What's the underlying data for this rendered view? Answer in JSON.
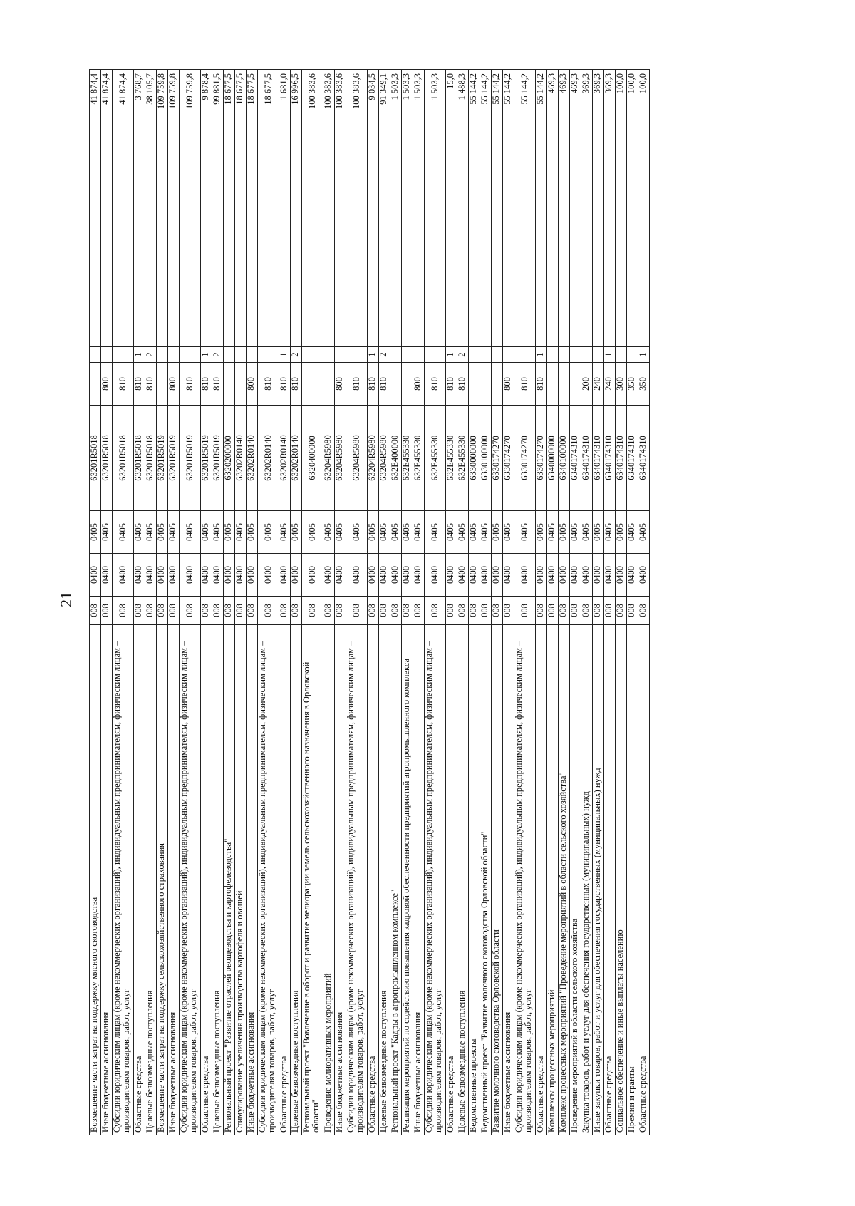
{
  "page_number": "21",
  "rows": [
    {
      "name": "Возмещение части затрат на поддержку мясного скотоводства",
      "gr": "008",
      "rz": "0400",
      "pr": "0405",
      "csr": "63201R5018",
      "vr": "",
      "sub": "",
      "sum": "41 874,4"
    },
    {
      "name": "Иные бюджетные ассигнования",
      "gr": "008",
      "rz": "0400",
      "pr": "0405",
      "csr": "63201R5018",
      "vr": "800",
      "sub": "",
      "sum": "41 874,4"
    },
    {
      "name": "Субсидии юридическим лицам (кроме некоммерческих организаций), индивидуальным предпринимателям, физическим лицам – производителям товаров, работ, услуг",
      "gr": "008",
      "rz": "0400",
      "pr": "0405",
      "csr": "63201R5018",
      "vr": "810",
      "sub": "",
      "sum": "41 874,4"
    },
    {
      "name": "Областные средства",
      "gr": "008",
      "rz": "0400",
      "pr": "0405",
      "csr": "63201R5018",
      "vr": "810",
      "sub": "1",
      "sum": "3 768,7"
    },
    {
      "name": "Целевые безвозмездные поступления",
      "gr": "008",
      "rz": "0400",
      "pr": "0405",
      "csr": "63201R5018",
      "vr": "810",
      "sub": "2",
      "sum": "38 105,7"
    },
    {
      "name": "Возмещение части затрат на поддержку сельскохозяйственного страхования",
      "gr": "008",
      "rz": "0400",
      "pr": "0405",
      "csr": "63201R5019",
      "vr": "",
      "sub": "",
      "sum": "109 759,8"
    },
    {
      "name": "Иные бюджетные ассигнования",
      "gr": "008",
      "rz": "0400",
      "pr": "0405",
      "csr": "63201R5019",
      "vr": "800",
      "sub": "",
      "sum": "109 759,8"
    },
    {
      "name": "Субсидии юридическим лицам (кроме некоммерческих организаций), индивидуальным предпринимателям, физическим лицам – производителям товаров, работ, услуг",
      "gr": "008",
      "rz": "0400",
      "pr": "0405",
      "csr": "63201R5019",
      "vr": "810",
      "sub": "",
      "sum": "109 759,8"
    },
    {
      "name": "Областные средства",
      "gr": "008",
      "rz": "0400",
      "pr": "0405",
      "csr": "63201R5019",
      "vr": "810",
      "sub": "1",
      "sum": "9 878,4"
    },
    {
      "name": "Целевые безвозмездные поступления",
      "gr": "008",
      "rz": "0400",
      "pr": "0405",
      "csr": "63201R5019",
      "vr": "810",
      "sub": "2",
      "sum": "99 881,5"
    },
    {
      "name": "Региональный проект \"Развитие отраслей овощеводства и картофелеводства\"",
      "gr": "008",
      "rz": "0400",
      "pr": "0405",
      "csr": "6320200000",
      "vr": "",
      "sub": "",
      "sum": "18 677,5"
    },
    {
      "name": "Стимулирование увеличения производства картофеля и овощей",
      "gr": "008",
      "rz": "0400",
      "pr": "0405",
      "csr": "63202R0140",
      "vr": "",
      "sub": "",
      "sum": "18 677,5"
    },
    {
      "name": "Иные бюджетные ассигнования",
      "gr": "008",
      "rz": "0400",
      "pr": "0405",
      "csr": "63202R0140",
      "vr": "800",
      "sub": "",
      "sum": "18 677,5"
    },
    {
      "name": "Субсидии юридическим лицам (кроме некоммерческих организаций), индивидуальным предпринимателям, физическим лицам – производителям товаров, работ, услуг",
      "gr": "008",
      "rz": "0400",
      "pr": "0405",
      "csr": "63202R0140",
      "vr": "810",
      "sub": "",
      "sum": "18 677,5"
    },
    {
      "name": "Областные средства",
      "gr": "008",
      "rz": "0400",
      "pr": "0405",
      "csr": "63202R0140",
      "vr": "810",
      "sub": "1",
      "sum": "1 681,0"
    },
    {
      "name": "Целевые безвозмездные поступления",
      "gr": "008",
      "rz": "0400",
      "pr": "0405",
      "csr": "63202R0140",
      "vr": "810",
      "sub": "2",
      "sum": "16 996,5"
    },
    {
      "name": "Региональный проект \"Вовлечение в оборот и развитие мелиорации земель сельскохозяйственного назначения в Орловской области\"",
      "gr": "008",
      "rz": "0400",
      "pr": "0405",
      "csr": "6320400000",
      "vr": "",
      "sub": "",
      "sum": "100 383,6"
    },
    {
      "name": "Проведение мелиоративных мероприятий",
      "gr": "008",
      "rz": "0400",
      "pr": "0405",
      "csr": "63204R5980",
      "vr": "",
      "sub": "",
      "sum": "100 383,6"
    },
    {
      "name": "Иные бюджетные ассигнования",
      "gr": "008",
      "rz": "0400",
      "pr": "0405",
      "csr": "63204R5980",
      "vr": "800",
      "sub": "",
      "sum": "100 383,6"
    },
    {
      "name": "Субсидии юридическим лицам (кроме некоммерческих организаций), индивидуальным предпринимателям, физическим лицам – производителям товаров, работ, услуг",
      "gr": "008",
      "rz": "0400",
      "pr": "0405",
      "csr": "63204R5980",
      "vr": "810",
      "sub": "",
      "sum": "100 383,6"
    },
    {
      "name": "Областные средства",
      "gr": "008",
      "rz": "0400",
      "pr": "0405",
      "csr": "63204R5980",
      "vr": "810",
      "sub": "1",
      "sum": "9 034,5"
    },
    {
      "name": "Целевые безвозмездные поступления",
      "gr": "008",
      "rz": "0400",
      "pr": "0405",
      "csr": "63204R5980",
      "vr": "810",
      "sub": "2",
      "sum": "91 349,1"
    },
    {
      "name": "Региональный проект \"Кадры в агропромышленном комплексе\"",
      "gr": "008",
      "rz": "0400",
      "pr": "0405",
      "csr": "632Е400000",
      "vr": "",
      "sub": "",
      "sum": "1 503,3"
    },
    {
      "name": "Реализация мероприятий по содействию повышения кадровой обеспеченности предприятий агропромышленного комплекса",
      "gr": "008",
      "rz": "0400",
      "pr": "0405",
      "csr": "632Е455330",
      "vr": "",
      "sub": "",
      "sum": "1 503,3"
    },
    {
      "name": "Иные бюджетные ассигнования",
      "gr": "008",
      "rz": "0400",
      "pr": "0405",
      "csr": "632Е455330",
      "vr": "800",
      "sub": "",
      "sum": "1 503,3"
    },
    {
      "name": "Субсидии юридическим лицам (кроме некоммерческих организаций), индивидуальным предпринимателям, физическим лицам – производителям товаров, работ, услуг",
      "gr": "008",
      "rz": "0400",
      "pr": "0405",
      "csr": "632Е455330",
      "vr": "810",
      "sub": "",
      "sum": "1 503,3"
    },
    {
      "name": "Областные средства",
      "gr": "008",
      "rz": "0400",
      "pr": "0405",
      "csr": "632Е455330",
      "vr": "810",
      "sub": "1",
      "sum": "15,0"
    },
    {
      "name": "Целевые безвозмездные поступления",
      "gr": "008",
      "rz": "0400",
      "pr": "0405",
      "csr": "632Е455330",
      "vr": "810",
      "sub": "2",
      "sum": "1 488,3"
    },
    {
      "name": "Ведомственные проекты",
      "gr": "008",
      "rz": "0400",
      "pr": "0405",
      "csr": "6330000000",
      "vr": "",
      "sub": "",
      "sum": "55 144,2"
    },
    {
      "name": "Ведомственный проект \"Развитие молочного скотоводства Орловской области\"",
      "gr": "008",
      "rz": "0400",
      "pr": "0405",
      "csr": "6330100000",
      "vr": "",
      "sub": "",
      "sum": "55 144,2"
    },
    {
      "name": "Развитие молочного скотоводства Орловской области",
      "gr": "008",
      "rz": "0400",
      "pr": "0405",
      "csr": "6330174270",
      "vr": "",
      "sub": "",
      "sum": "55 144,2"
    },
    {
      "name": "Иные бюджетные ассигнования",
      "gr": "008",
      "rz": "0400",
      "pr": "0405",
      "csr": "6330174270",
      "vr": "800",
      "sub": "",
      "sum": "55 144,2"
    },
    {
      "name": "Субсидии юридическим лицам (кроме некоммерческих организаций), индивидуальным предпринимателям, физическим лицам – производителям товаров, работ, услуг",
      "gr": "008",
      "rz": "0400",
      "pr": "0405",
      "csr": "6330174270",
      "vr": "810",
      "sub": "",
      "sum": "55 144,2"
    },
    {
      "name": "Областные средства",
      "gr": "008",
      "rz": "0400",
      "pr": "0405",
      "csr": "6330174270",
      "vr": "810",
      "sub": "1",
      "sum": "55 144,2"
    },
    {
      "name": "Комплексы процессных мероприятий",
      "gr": "008",
      "rz": "0400",
      "pr": "0405",
      "csr": "6340000000",
      "vr": "",
      "sub": "",
      "sum": "469,3"
    },
    {
      "name": "Комплекс процессных мероприятий \"Проведение мероприятий в области сельского хозяйства\"",
      "gr": "008",
      "rz": "0400",
      "pr": "0405",
      "csr": "6340100000",
      "vr": "",
      "sub": "",
      "sum": "469,3"
    },
    {
      "name": "Проведение мероприятий в области сельского хозяйства",
      "gr": "008",
      "rz": "0400",
      "pr": "0405",
      "csr": "6340174310",
      "vr": "",
      "sub": "",
      "sum": "469,3"
    },
    {
      "name": "Закупка товаров, работ и услуг для обеспечения государственных (муниципальных) нужд",
      "gr": "008",
      "rz": "0400",
      "pr": "0405",
      "csr": "6340174310",
      "vr": "200",
      "sub": "",
      "sum": "369,3"
    },
    {
      "name": "Иные закупки товаров, работ и услуг для обеспечения государственных (муниципальных) нужд",
      "gr": "008",
      "rz": "0400",
      "pr": "0405",
      "csr": "6340174310",
      "vr": "240",
      "sub": "",
      "sum": "369,3"
    },
    {
      "name": "Областные средства",
      "gr": "008",
      "rz": "0400",
      "pr": "0405",
      "csr": "6340174310",
      "vr": "240",
      "sub": "1",
      "sum": "369,3"
    },
    {
      "name": "Социальное обеспечение и иные выплаты населению",
      "gr": "008",
      "rz": "0400",
      "pr": "0405",
      "csr": "6340174310",
      "vr": "300",
      "sub": "",
      "sum": "100,0"
    },
    {
      "name": "Премии и гранты",
      "gr": "008",
      "rz": "0400",
      "pr": "0405",
      "csr": "6340174310",
      "vr": "350",
      "sub": "",
      "sum": "100,0"
    },
    {
      "name": "Областные средства",
      "gr": "008",
      "rz": "0400",
      "pr": "0405",
      "csr": "6340174310",
      "vr": "350",
      "sub": "1",
      "sum": "100,0"
    }
  ]
}
